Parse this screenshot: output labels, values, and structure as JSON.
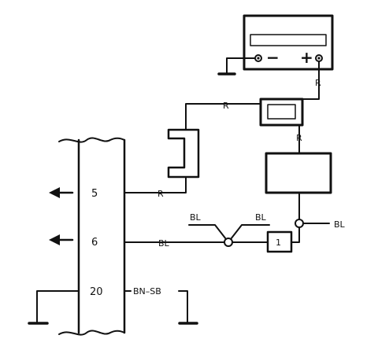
{
  "battery": {
    "neg_symbol": "−",
    "pos_symbol": "+"
  },
  "connector": {
    "pins": [
      {
        "num": "5"
      },
      {
        "num": "6"
      },
      {
        "num": "20"
      }
    ]
  },
  "wires": {
    "r_top": "R",
    "r_battery": "R",
    "r_relay": "R",
    "r_pin5": "R",
    "bl_pin6": "BL",
    "bl_left": "BL",
    "bl_right": "BL",
    "bl_far_right": "BL",
    "bn_sb": "BN–SB"
  },
  "components": {
    "fuse_label": "1"
  }
}
